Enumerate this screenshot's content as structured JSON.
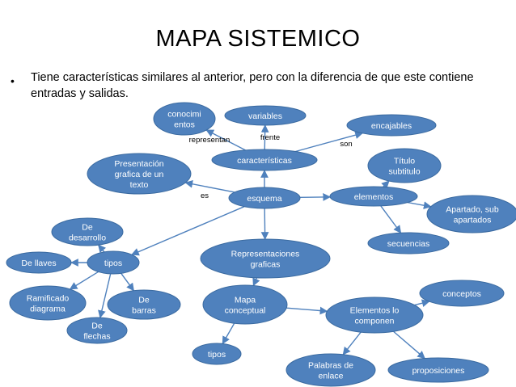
{
  "title": "MAPA SISTEMICO",
  "bullet": "Tiene características similares al anterior, pero con la diferencia de que este contiene entradas y salidas.",
  "colors": {
    "node_fill": "#4f81bd",
    "node_text": "#ffffff",
    "edge": "#4f81bd"
  },
  "nodes": {
    "esquema": [
      "esquema"
    ],
    "caracteristicas": [
      "características"
    ],
    "variables": [
      "variables"
    ],
    "conocimientos": [
      "conocimi",
      "entos"
    ],
    "encajables": [
      "encajables"
    ],
    "presentacion": [
      "Presentación",
      "grafica de un",
      "texto"
    ],
    "elementos": [
      "elementos"
    ],
    "titulo": [
      "Título",
      "subtitulo"
    ],
    "apartado": [
      "Apartado, sub",
      "apartados"
    ],
    "secuencias": [
      "secuencias"
    ],
    "representaciones": [
      "Representaciones",
      "graficas"
    ],
    "tipos1": [
      "tipos"
    ],
    "desarrollo": [
      "De",
      "desarrollo"
    ],
    "llaves": [
      "De llaves"
    ],
    "ramificado": [
      "Ramificado",
      "diagrama"
    ],
    "barras": [
      "De",
      "barras"
    ],
    "flechas": [
      "De",
      "flechas"
    ],
    "mapa": [
      "Mapa",
      "conceptual"
    ],
    "tipos2": [
      "tipos"
    ],
    "componen": [
      "Elementos lo",
      "componen"
    ],
    "conceptos": [
      "conceptos"
    ],
    "palabras": [
      "Palabras de",
      "enlace"
    ],
    "proposiciones": [
      "proposiciones"
    ]
  },
  "edge_labels": {
    "representan": "representan",
    "frente": "frente",
    "son": "son",
    "es": "es"
  }
}
